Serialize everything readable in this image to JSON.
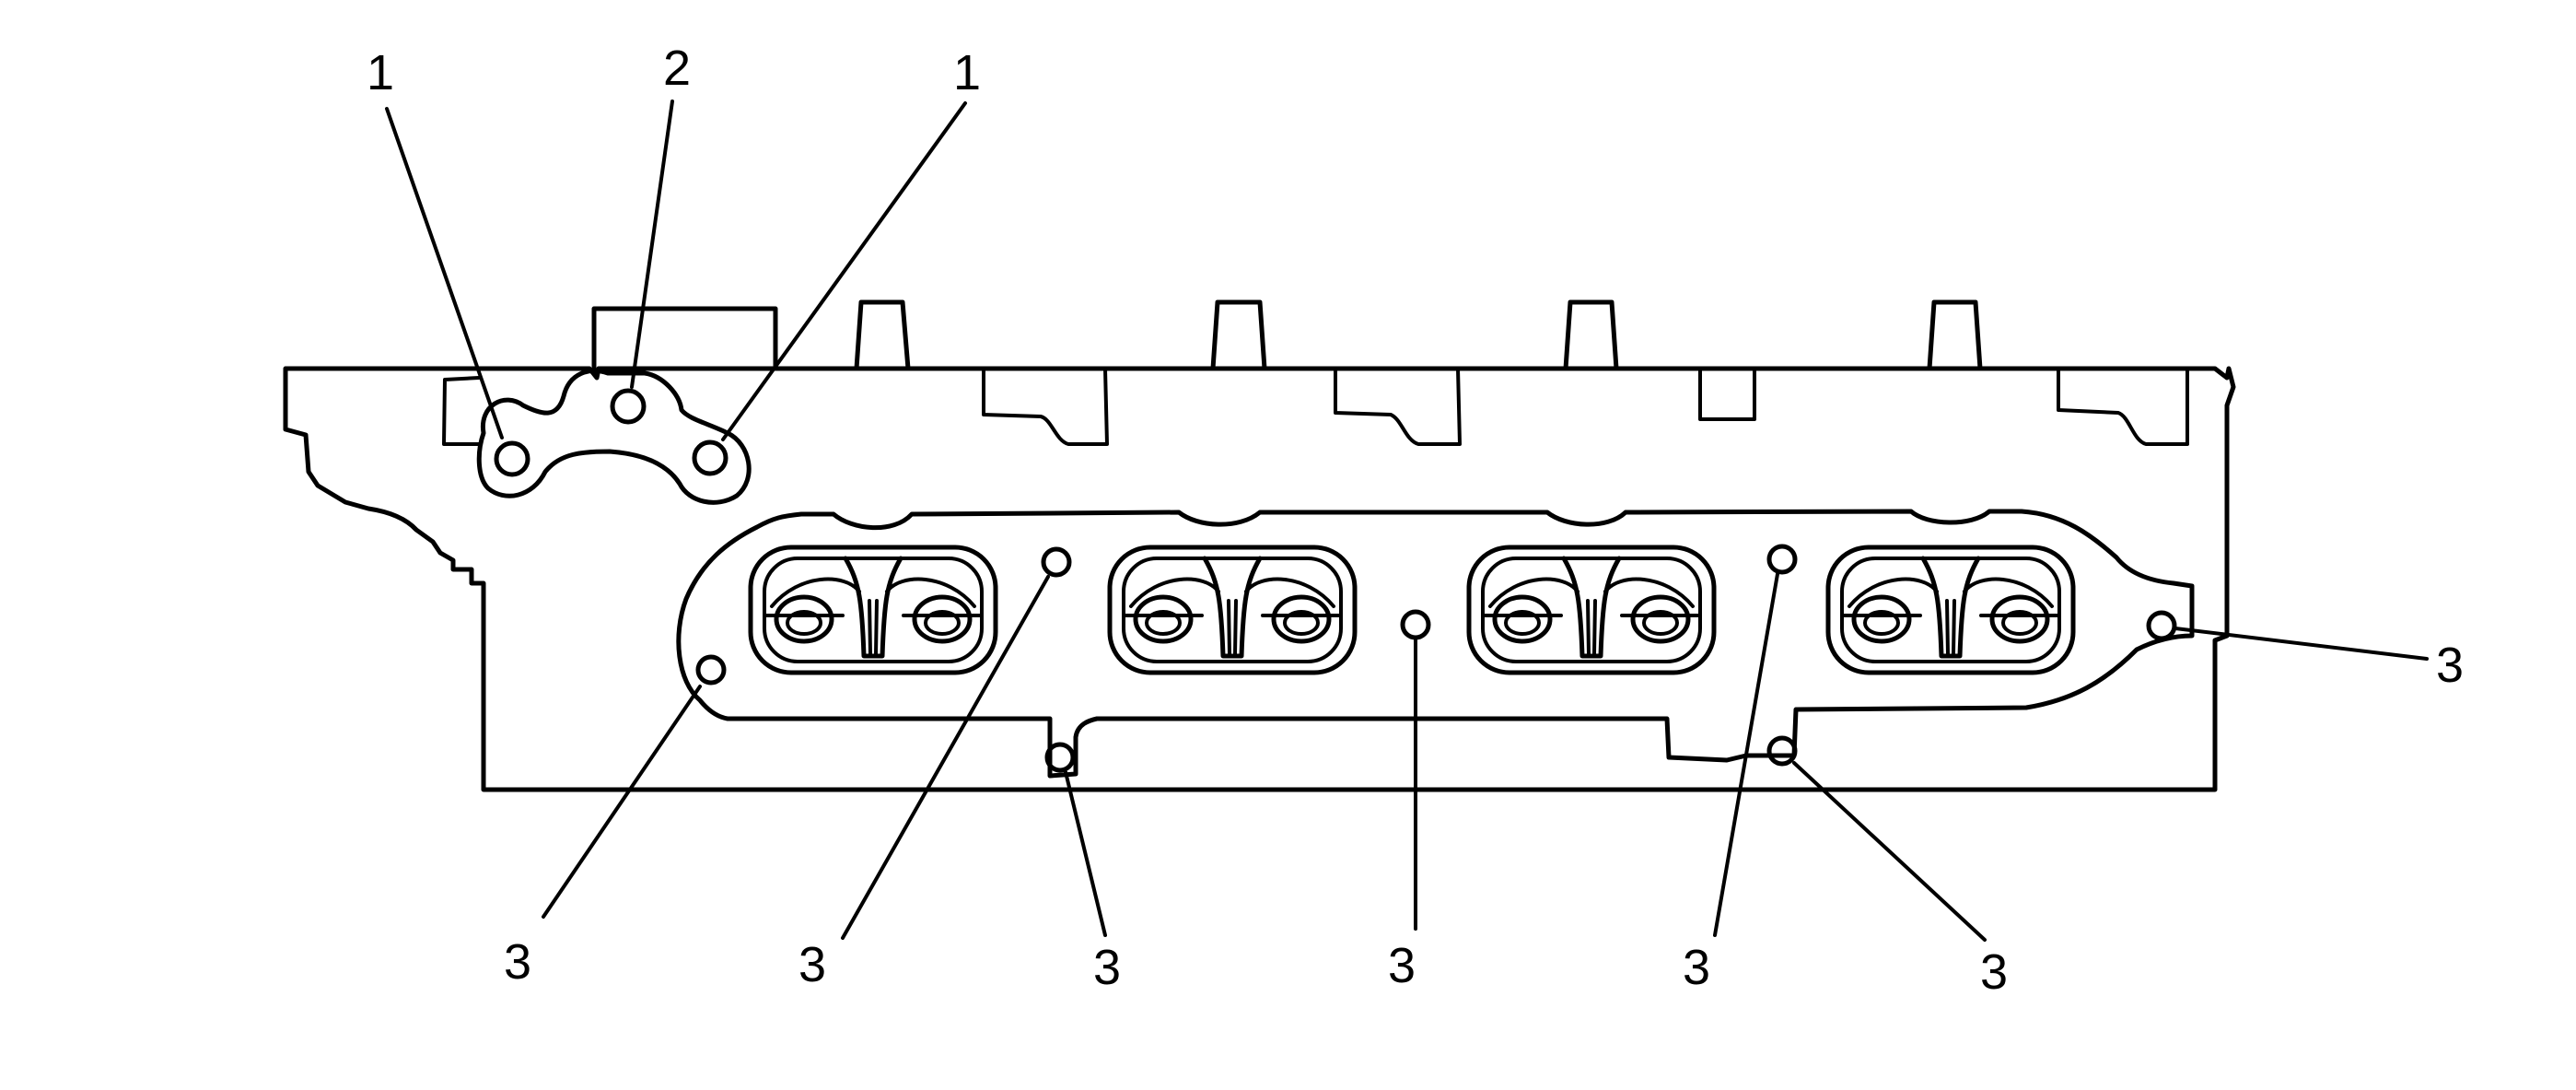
{
  "callouts": {
    "c1a": "1",
    "c2": "2",
    "c1b": "1",
    "c3a": "3",
    "c3b": "3",
    "c3c": "3",
    "c3d": "3",
    "c3e": "3",
    "c3f": "3",
    "c3g": "3"
  }
}
